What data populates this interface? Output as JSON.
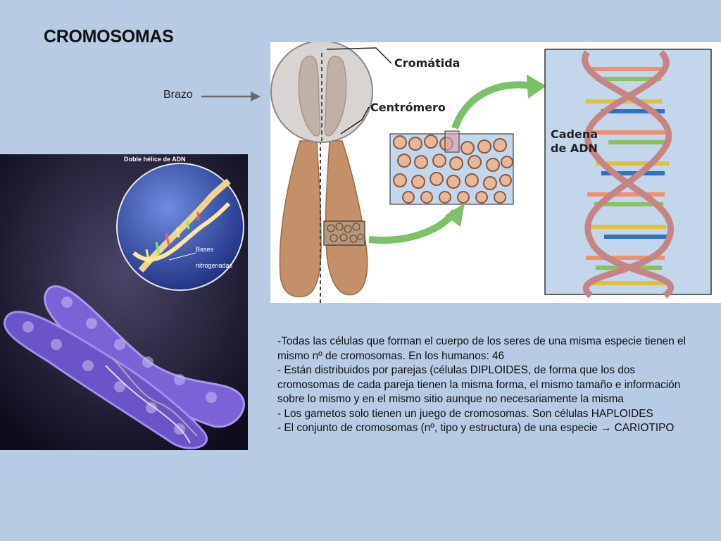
{
  "slide": {
    "title": "CROMOSOMAS",
    "brazo_label": "Brazo"
  },
  "diagram": {
    "cromatida_label": "Cromátida",
    "centromero_label": "Centrómero",
    "cadena_line1": "Cadena",
    "cadena_line2": "de ADN"
  },
  "photo": {
    "caption_top": "Doble hélice de ADN",
    "bases_line1": "Bases",
    "bases_line2": "nitrogenadas"
  },
  "text": {
    "p1": "-Todas las células que forman el cuerpo de los seres de una misma especie tienen el mismo nº de cromosomas. En los humanos: 46",
    "p2": "- Están distribuidos por parejas (células DIPLOIDES, de forma que los dos cromosomas de cada pareja tienen la misma forma, el mismo tamaño e información sobre lo mismo y en el mismo sitio aunque no necesariamente la misma",
    "p3": "- Los gametos solo tienen un juego de cromosomas. Son células HAPLOIDES",
    "p4": "- El conjunto de cromosomas  (nº, tipo y estructura) de una especie → CARIOTIPO"
  },
  "colors": {
    "background": "#b7cbe4",
    "chromosome": "#c4906a",
    "arrow_green": "#7cc06a",
    "dna_strand": "#c58585",
    "photo_bg": "#1a1430",
    "chromosome_purple": "#7b62d6"
  }
}
